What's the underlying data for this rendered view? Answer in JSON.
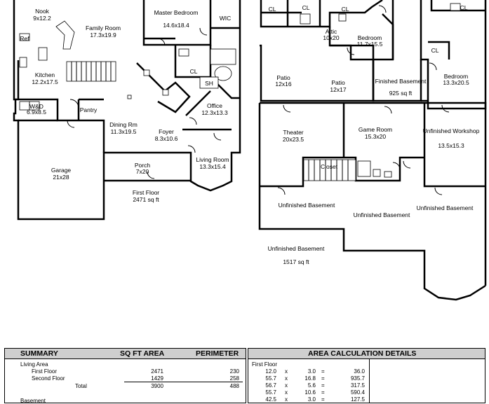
{
  "first_floor_rooms": [
    {
      "name": "Nook",
      "dims": "9x12.2"
    },
    {
      "name": "Family Room",
      "dims": "17.3x19.9"
    },
    {
      "name": "Master Bedroom",
      "dims": "14.6x18.4"
    },
    {
      "name": "WIC",
      "dims": ""
    },
    {
      "name": "Ref",
      "dims": ""
    },
    {
      "name": "Kitchen",
      "dims": "12.2x17.5"
    },
    {
      "name": "CL",
      "dims": ""
    },
    {
      "name": "SH",
      "dims": ""
    },
    {
      "name": "Office",
      "dims": "12.3x13.3"
    },
    {
      "name": "W&D",
      "dims": "6.9x8.5"
    },
    {
      "name": "Pantry",
      "dims": ""
    },
    {
      "name": "Dining Rm",
      "dims": "11.3x19.5"
    },
    {
      "name": "Foyer",
      "dims": "8.3x10.6"
    },
    {
      "name": "Garage",
      "dims": "21x28"
    },
    {
      "name": "Porch",
      "dims": "7x20"
    },
    {
      "name": "Living Room",
      "dims": "13.3x15.4"
    }
  ],
  "first_floor_caption": {
    "name": "First Floor",
    "area": "2471 sq ft"
  },
  "lower_rooms": [
    {
      "name": "CL",
      "dims": ""
    },
    {
      "name": "CL",
      "dims": ""
    },
    {
      "name": "CL",
      "dims": ""
    },
    {
      "name": "CL",
      "dims": ""
    },
    {
      "name": "Attic",
      "dims": "10x20"
    },
    {
      "name": "Bedroom",
      "dims": "11.7x15.5"
    },
    {
      "name": "CL",
      "dims": ""
    },
    {
      "name": "Bedroom",
      "dims": "13.3x20.5"
    },
    {
      "name": "Patio",
      "dims": "12x16"
    },
    {
      "name": "Patio",
      "dims": "12x17"
    },
    {
      "name": "Finished Basement",
      "dims": "925 sq ft"
    },
    {
      "name": "Theater",
      "dims": "20x23.5"
    },
    {
      "name": "Game Room",
      "dims": "15.3x20"
    },
    {
      "name": "Unfinished Workshop",
      "dims": "13.5x15.3"
    },
    {
      "name": "Closet",
      "dims": ""
    },
    {
      "name": "Unfinished Basement",
      "dims": ""
    },
    {
      "name": "Unfinished Basement",
      "dims": ""
    },
    {
      "name": "Unfinished Basement",
      "dims": ""
    },
    {
      "name": "Unfinished Basement",
      "dims": "1517 sq ft"
    }
  ],
  "summary": {
    "headers": {
      "summary": "SUMMARY",
      "area": "SQ FT AREA",
      "perimeter": "PERIMETER",
      "details": "AREA CALCULATION DETAILS"
    },
    "rows": [
      {
        "label": "Living Area",
        "area": "",
        "perimeter": ""
      },
      {
        "label": "First Floor",
        "area": "2471",
        "perimeter": "230"
      },
      {
        "label": "Second Floor",
        "area": "1429",
        "perimeter": "258"
      },
      {
        "label": "Total",
        "area": "3900",
        "perimeter": "488"
      },
      {
        "label": "Basement",
        "area": "",
        "perimeter": ""
      }
    ],
    "details_section": "First Floor",
    "calculations": [
      {
        "a": "12.0",
        "x": "x",
        "b": "3.0",
        "eq": "=",
        "result": "36.0"
      },
      {
        "a": "55.7",
        "x": "x",
        "b": "16.8",
        "eq": "=",
        "result": "935.7"
      },
      {
        "a": "56.7",
        "x": "x",
        "b": "5.6",
        "eq": "=",
        "result": "317.5"
      },
      {
        "a": "55.7",
        "x": "x",
        "b": "10.6",
        "eq": "=",
        "result": "590.4"
      },
      {
        "a": "42.5",
        "x": "x",
        "b": "3.0",
        "eq": "=",
        "result": "127.5"
      }
    ]
  }
}
